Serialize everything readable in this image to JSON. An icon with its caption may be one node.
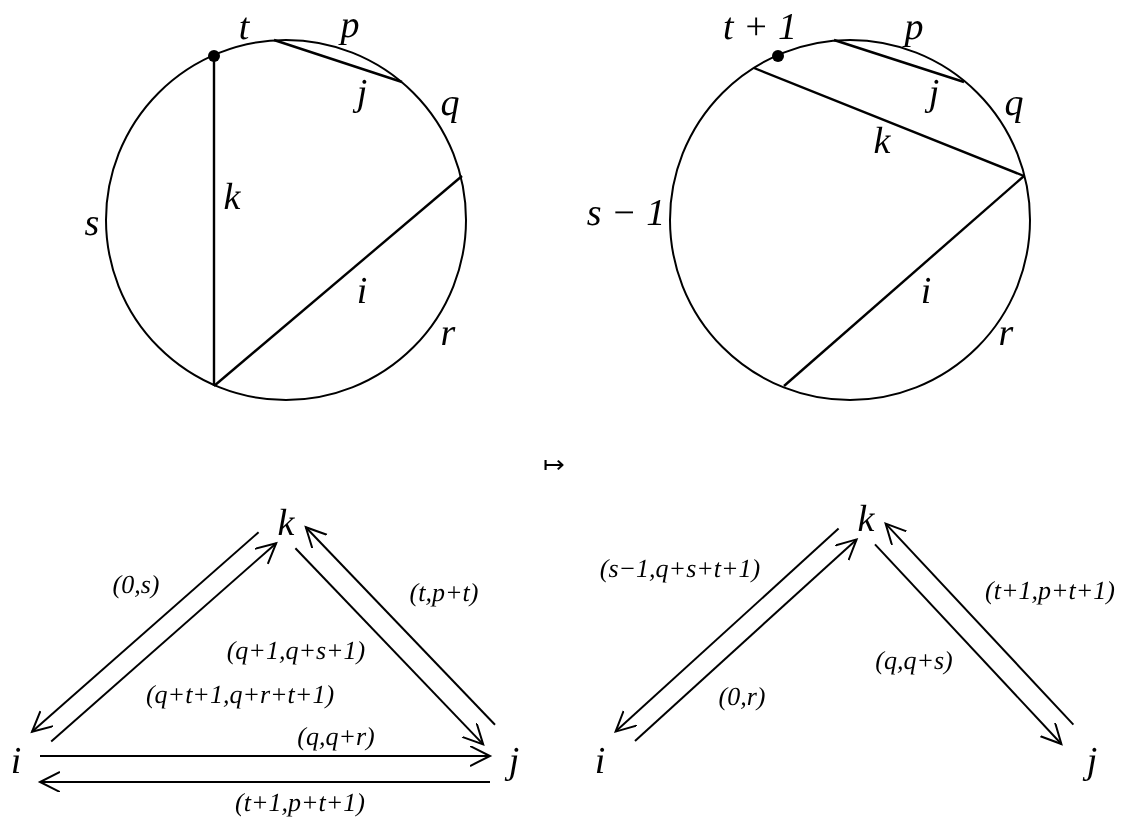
{
  "diagram": {
    "nodes": [
      {
        "text": [
          "t",
          "p",
          "j",
          "q",
          "k",
          "s",
          "i",
          "r"
        ]
      },
      {
        "text": [
          "t + 1",
          "p",
          "j",
          "q",
          "k",
          "s − 1",
          "i",
          "r"
        ]
      },
      {
        "text": [
          "k"
        ]
      },
      {
        "text": [
          "i"
        ]
      },
      {
        "text": [
          "j"
        ]
      },
      {
        "text": [
          "k"
        ]
      },
      {
        "text": [
          "i"
        ]
      },
      {
        "text": [
          "j"
        ]
      }
    ],
    "edges": [
      {
        "from": 2,
        "to": 3,
        "arrow": "to",
        "label": "(0,s)"
      },
      {
        "from": 4,
        "to": 2,
        "arrow": "to",
        "label": "(t,p+t)"
      },
      {
        "from": 2,
        "to": 4,
        "arrow": "to",
        "label": "(q+1,q+s+1)"
      },
      {
        "from": 3,
        "to": 2,
        "arrow": "to",
        "label": "(q+t+1,q+r+t+1)"
      },
      {
        "from": 3,
        "to": 4,
        "arrow": "to",
        "label": "(q,q+r)"
      },
      {
        "from": 4,
        "to": 3,
        "arrow": "to",
        "label": "(t+1,p+t+1)"
      },
      {
        "from": 5,
        "to": 6,
        "arrow": "to",
        "label": "(s−1,q+s+t+1)"
      },
      {
        "from": 7,
        "to": 5,
        "arrow": "to",
        "label": "(t+1,p+t+1)"
      },
      {
        "from": 5,
        "to": 7,
        "arrow": "to",
        "label": "(q,q+s)"
      },
      {
        "from": 6,
        "to": 5,
        "arrow": "to",
        "label": "(0,r)"
      }
    ],
    "labels": [
      "↦"
    ]
  }
}
